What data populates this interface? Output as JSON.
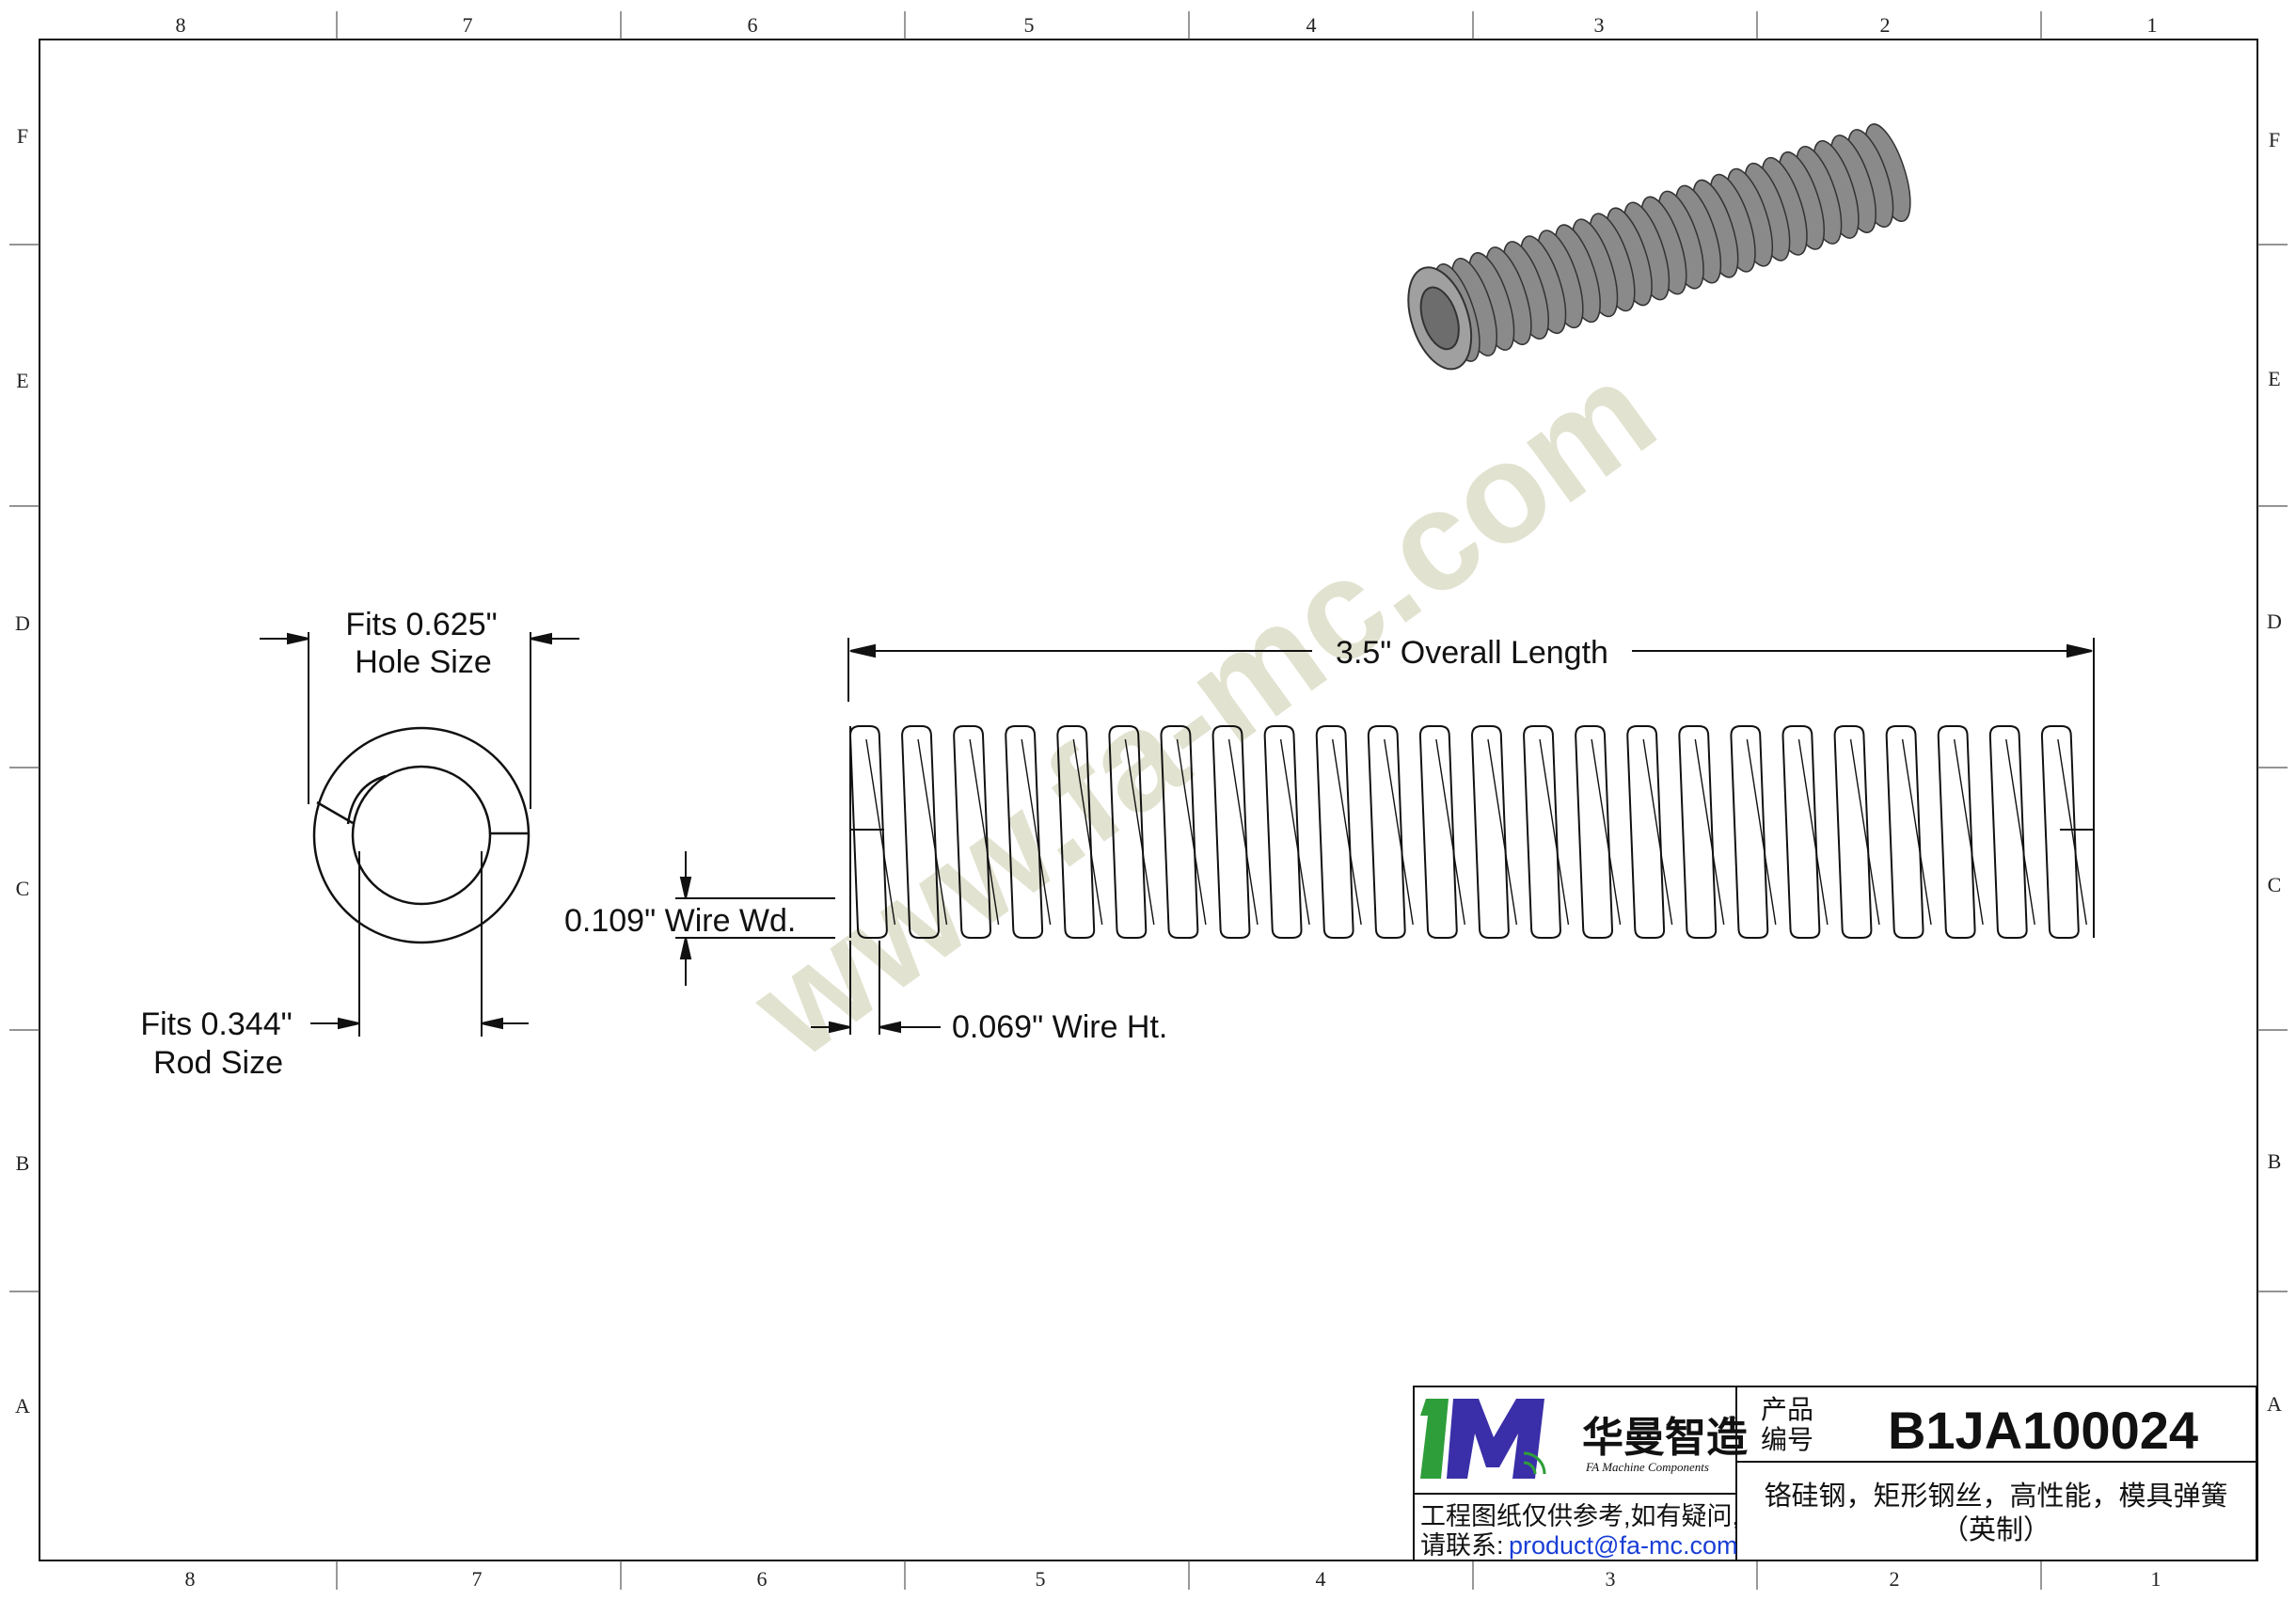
{
  "zones": {
    "columns_top": [
      "8",
      "7",
      "6",
      "5",
      "4",
      "3",
      "2",
      "1"
    ],
    "columns_bottom": [
      "8",
      "7",
      "6",
      "5",
      "4",
      "3",
      "2",
      "1"
    ],
    "rows": [
      "F",
      "E",
      "D",
      "C",
      "B",
      "A"
    ]
  },
  "watermark": "www.fa-mc.com",
  "dimensions": {
    "hole_line1": "Fits 0.625\"",
    "hole_line2": "Hole Size",
    "rod_line1": "Fits 0.344\"",
    "rod_line2": "Rod Size",
    "wire_width": "0.109\" Wire Wd.",
    "wire_height": "0.069\" Wire Ht.",
    "overall_length": "3.5\" Overall Length"
  },
  "title_block": {
    "brand_cn": "华曼智造",
    "brand_en": "FA Machine Components",
    "registered": "®",
    "product_label_line1": "产品",
    "product_label_line2": "编号",
    "product_code": "B1JA100024",
    "description_line1": "铬硅钢，矩形钢丝，高性能，模具弹簧",
    "description_line2": "（英制）",
    "note_line1": "工程图纸仅供参考,如有疑问,",
    "note_line2_prefix": "请联系:",
    "contact_email": "product@fa-mc.com"
  },
  "colors": {
    "line": "#111111",
    "watermark": "#ddddc8",
    "link": "#1a3fd6",
    "logo_blue": "#3a2fa8",
    "logo_green": "#2e9e3a",
    "spring_3d": "#8a8a8a"
  }
}
